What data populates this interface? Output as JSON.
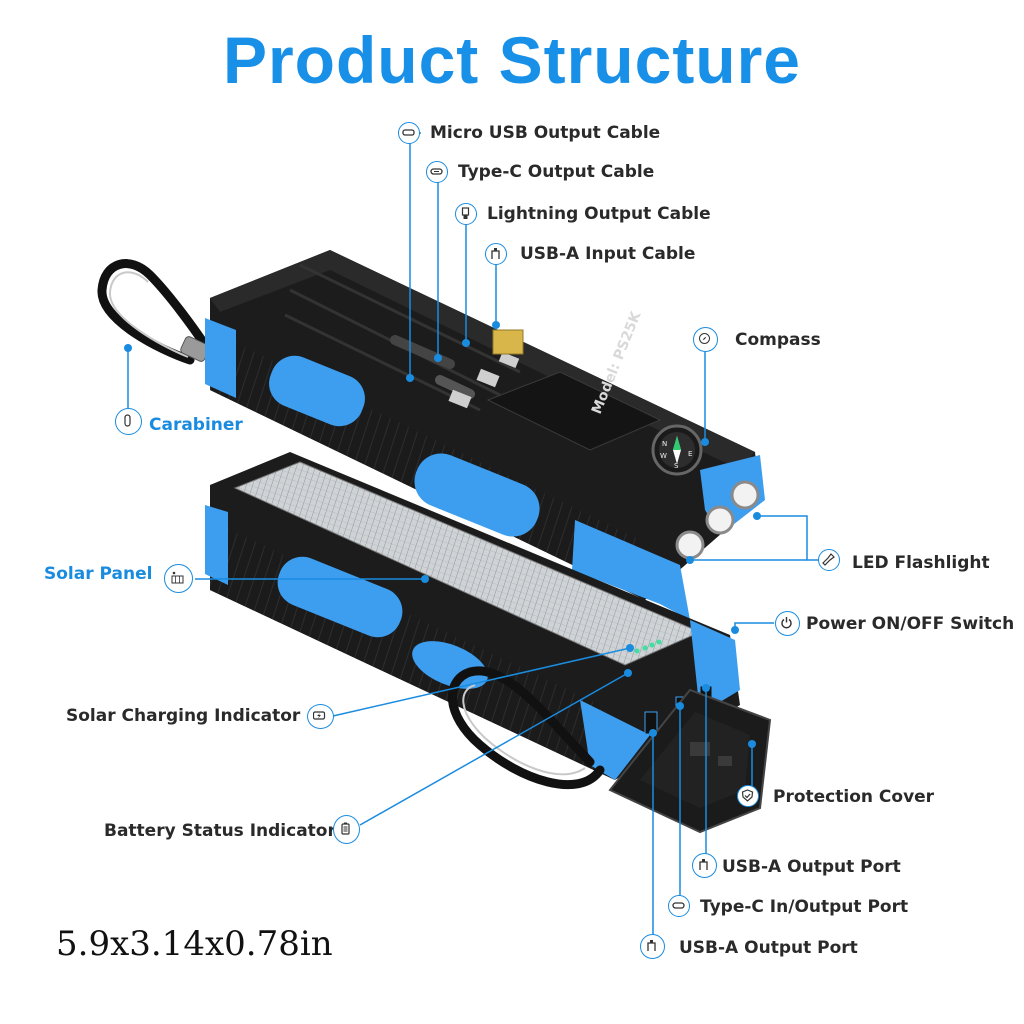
{
  "title": "Product Structure",
  "dimensions": "5.9x3.14x0.78in",
  "accent_color": "#1a8ce0",
  "product_colors": {
    "body": "#1b1b1b",
    "bumper": "#3d9ef0"
  },
  "labels": {
    "micro_usb": "Micro USB Output Cable",
    "type_c_cable": "Type-C Output Cable",
    "lightning": "Lightning Output Cable",
    "usb_a_input": "USB-A Input Cable",
    "compass": "Compass",
    "carabiner": "Carabiner",
    "led_flashlight": "LED Flashlight",
    "solar_panel": "Solar Panel",
    "power_switch": "Power ON/OFF Switch",
    "solar_indicator": "Solar Charging Indicator",
    "protection_cover": "Protection Cover",
    "battery_indicator": "Battery Status Indicator",
    "usb_a_output_1": "USB-A Output Port",
    "type_c_port": "Type-C In/Output Port",
    "usb_a_output_2": "USB-A Output Port"
  },
  "device_text": {
    "model": "Model: PS25K",
    "compass_letters": [
      "N",
      "E",
      "S",
      "W"
    ]
  },
  "icons": [
    "micro-usb-icon",
    "type-c-icon",
    "lightning-icon",
    "usb-a-icon",
    "compass-icon",
    "carabiner-icon",
    "solar-panel-icon",
    "flashlight-icon",
    "power-icon",
    "solar-charge-icon",
    "shield-icon",
    "battery-icon"
  ]
}
